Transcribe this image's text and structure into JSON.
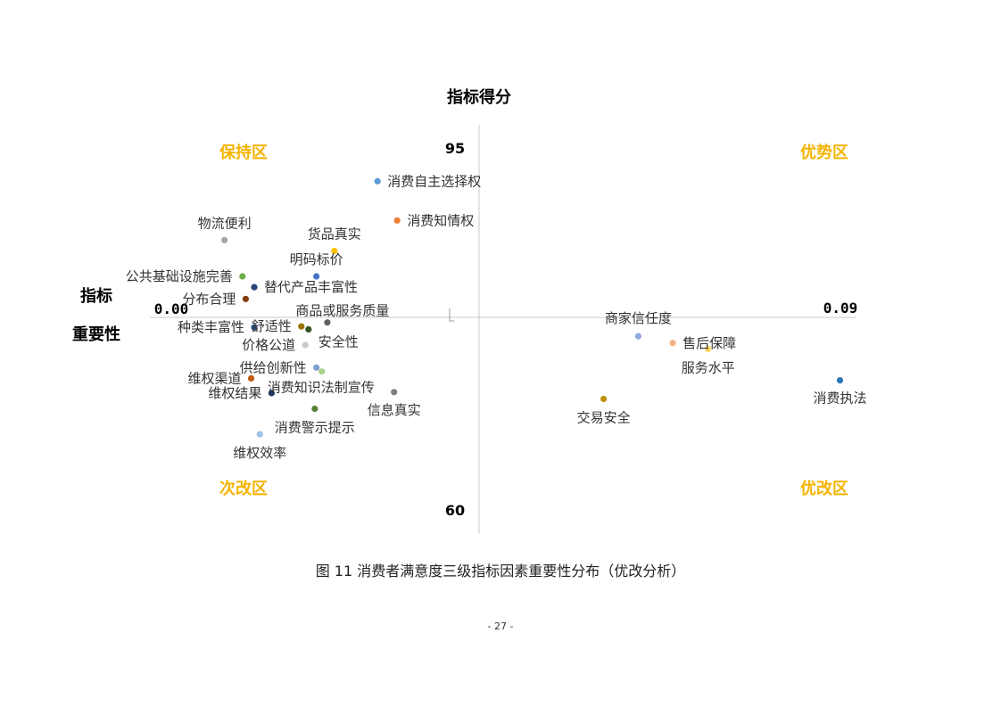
{
  "chart_data": {
    "type": "scatter",
    "title": "指标得分",
    "ylabel": "指标得分",
    "xlabel_lines": [
      "指标",
      "重要性"
    ],
    "x_tick_labels": {
      "min": "0.00",
      "max": "0.09"
    },
    "y_tick_labels": {
      "max": "95",
      "min": "60"
    },
    "xlim": [
      0.0,
      0.09
    ],
    "ylim": [
      60,
      95
    ],
    "quadrants": {
      "top_left": "保持区",
      "top_right": "优势区",
      "bottom_left": "次改区",
      "bottom_right": "优改区"
    },
    "colors": {
      "quadrant_label": "#f5b400",
      "axis": "#c8c8c8",
      "text": "#333333"
    },
    "points": [
      {
        "label": "消费自主选择权",
        "x": 0.029,
        "y": 92.7,
        "color": "#5b9bd5"
      },
      {
        "label": "消费知情权",
        "x": 0.0315,
        "y": 88.7,
        "color": "#ed7d31"
      },
      {
        "label": "货品真实",
        "x": 0.0235,
        "y": 85.6,
        "color": "#ffc000"
      },
      {
        "label": "物流便利",
        "x": 0.0095,
        "y": 86.7,
        "color": "#a5a5a5"
      },
      {
        "label": "明码标价",
        "x": 0.0212,
        "y": 83.0,
        "color": "#4472c4"
      },
      {
        "label": "公共基础设施完善",
        "x": 0.0118,
        "y": 83.0,
        "color": "#70ad47"
      },
      {
        "label": "替代产品丰富性",
        "x": 0.0133,
        "y": 81.9,
        "color": "#264478"
      },
      {
        "label": "分布合理",
        "x": 0.0122,
        "y": 80.7,
        "color": "#843c0c"
      },
      {
        "label": "商品或服务质量",
        "x": 0.0226,
        "y": 78.3,
        "color": "#636363"
      },
      {
        "label": "舒适性",
        "x": 0.0193,
        "y": 77.9,
        "color": "#997300"
      },
      {
        "label": "种类丰富性",
        "x": 0.0133,
        "y": 77.8,
        "color": "#2f5597"
      },
      {
        "label": "安全性",
        "x": 0.0202,
        "y": 77.6,
        "color": "#375623"
      },
      {
        "label": "价格公道",
        "x": 0.0198,
        "y": 76.0,
        "color": "#c9c9c9"
      },
      {
        "label": "商家信任度",
        "x": 0.0622,
        "y": 76.9,
        "color": "#8faadc"
      },
      {
        "label": "售后保障",
        "x": 0.0666,
        "y": 76.2,
        "color": "#f4b183"
      },
      {
        "label": "服务水平",
        "x": 0.0711,
        "y": 75.6,
        "color": "#ffd966"
      },
      {
        "label": "消费执法",
        "x": 0.0879,
        "y": 72.4,
        "color": "#2e75b6"
      },
      {
        "label": "供给创新性",
        "x": 0.0212,
        "y": 73.7,
        "color": "#7f9fd5"
      },
      {
        "label": "消费知识法制宣传",
        "x": 0.0219,
        "y": 73.3,
        "color": "#a9d18e"
      },
      {
        "label": "维权渠道",
        "x": 0.0129,
        "y": 72.6,
        "color": "#c55a11"
      },
      {
        "label": "维权结果",
        "x": 0.0155,
        "y": 71.1,
        "color": "#1f3864"
      },
      {
        "label": "信息真实",
        "x": 0.0311,
        "y": 71.2,
        "color": "#7f7f7f"
      },
      {
        "label": "交易安全",
        "x": 0.0578,
        "y": 70.5,
        "color": "#bf9000"
      },
      {
        "label": "消费警示提示",
        "x": 0.021,
        "y": 69.5,
        "color": "#548235"
      },
      {
        "label": "维权效率",
        "x": 0.014,
        "y": 66.9,
        "color": "#9dc3e6"
      }
    ]
  },
  "caption": "图 11   消费者满意度三级指标因素重要性分布（优改分析）",
  "page_number": "- 27 -"
}
